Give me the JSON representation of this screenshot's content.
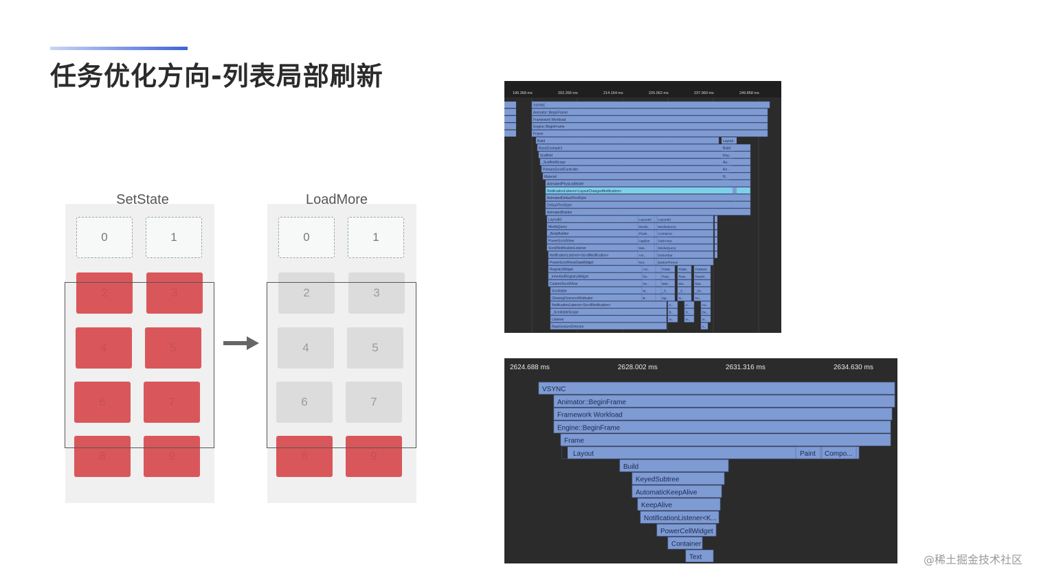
{
  "slide": {
    "title": "任务优化方向-列表局部刷新",
    "watermark": "@稀土掘金技术社区"
  },
  "left_panel": {
    "label": "SetState",
    "tiles": [
      "0",
      "1",
      "2",
      "3",
      "4",
      "5",
      "6",
      "7",
      "8",
      "9"
    ]
  },
  "right_panel": {
    "label": "LoadMore",
    "tiles": [
      "0",
      "1",
      "2",
      "3",
      "4",
      "5",
      "6",
      "7",
      "8",
      "9"
    ]
  },
  "colors": {
    "accent": "#3d63d8",
    "tile_red": "#d9575a",
    "tile_grey": "#dcdcdc",
    "flame_bar": "#7e9bd4",
    "flame_highlight": "#7ed0ea",
    "flame_bg": "#2b2b2b"
  },
  "flame_small": {
    "ticks": [
      "190.368 ms",
      "202.266 ms",
      "214.164 ms",
      "226.062 ms",
      "237.960 ms",
      "249.858 ms"
    ],
    "rows": [
      "VSYNC",
      "Animator::BeginFrame",
      "Framework Workload",
      "Engine::BeginFrame",
      "Frame",
      "Build",
      "BasicExample1",
      "Scaffold",
      "_ScaffoldScope",
      "PrimaryScrollController",
      "Material",
      "AnimatedPhysicalModel",
      "NotificationListener<LayoutChangedNotification>",
      "AnimatedDefaultTextStyle",
      "DefaultTextStyle",
      "AnimatedBuilder",
      "LayoutId",
      "MediaQuery",
      "_BodyBuilder",
      "PowerScrollView",
      "ScrollNotificationListener",
      "NotificationListener<ScrollNotification>",
      "PowerScrollViewDataWidget",
      "RegistryWidget",
      "_InheritedRegistryWidget",
      "CustomScrollView",
      "Scrollable",
      "GlowingOverscrollIndicator",
      "NotificationListener<ScrollNotification>",
      "_ScrollableScope",
      "Listener",
      "RawGestureDetector"
    ],
    "side_labels": [
      "Layout",
      "Build",
      "Key..",
      "Au..",
      "Ke..",
      "N.."
    ],
    "mid_labels": [
      [
        "LayoutId",
        "LayoutId"
      ],
      [
        "Media..",
        "MediaQuery"
      ],
      [
        "FloatI..",
        "Container"
      ],
      [
        "AppBar",
        "SafeArea"
      ],
      [
        "Mat..",
        "MediaQuery"
      ],
      [
        "Ani..",
        "ButtonBar"
      ],
      [
        "Not..",
        "ButtonTheme"
      ],
      [
        "Ani..",
        "FlatB..",
        "FlatB..",
        "FlatButt.."
      ],
      [
        "De..",
        "Raw..",
        "Raw..",
        "RawM.."
      ],
      [
        "Se..",
        "Mat..",
        "Ma..",
        "Mat.."
      ],
      [
        "M..",
        "_S..",
        "_S..",
        "_Sh.."
      ],
      [
        "B..",
        "Np..",
        "N..",
        "No.."
      ],
      [
        "A..",
        "A..",
        "An.."
      ],
      [
        "B..",
        "D..",
        "De.."
      ],
      [
        "In..",
        "In..",
        "In.."
      ],
      [
        "A.."
      ]
    ]
  },
  "flame_large": {
    "ticks": [
      "2624.688 ms",
      "2628.002 ms",
      "2631.316 ms",
      "2634.630 ms"
    ],
    "rows": [
      "VSYNC",
      "Animator::BeginFrame",
      "Framework Workload",
      "Engine::BeginFrame",
      "Frame",
      "Layout",
      "Build",
      "KeyedSubtree",
      "AutomaticKeepAlive",
      "KeepAlive",
      "NotificationListener<K...",
      "PowerCellWidget",
      "Container",
      "Text"
    ],
    "layout_extra": [
      "Paint",
      "Compo..."
    ]
  }
}
